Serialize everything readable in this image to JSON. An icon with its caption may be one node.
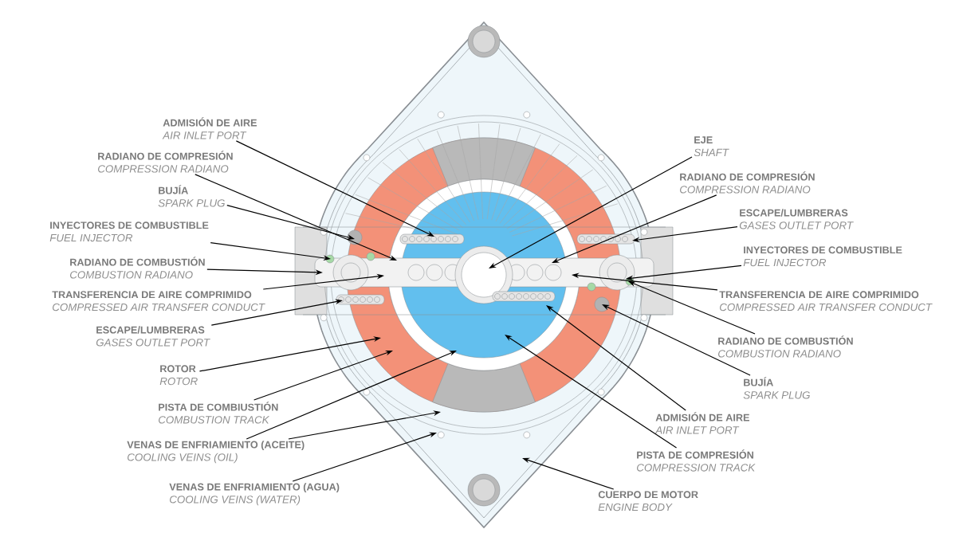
{
  "diagram": {
    "nodes": [
      {
        "text": [
          "ADMISIÓN DE AIRE",
          "AIR INLET PORT"
        ]
      },
      {
        "text": [
          "RADIANO DE COMPRESIÓN",
          "COMPRESSION RADIANO"
        ]
      },
      {
        "text": [
          "BUJÍA",
          "SPARK PLUG"
        ]
      },
      {
        "text": [
          "INYECTORES DE COMBUSTIBLE",
          "FUEL INJECTOR"
        ]
      },
      {
        "text": [
          "RADIANO DE COMBUSTIÓN",
          "COMBUSTION RADIANO"
        ]
      },
      {
        "text": [
          "TRANSFERENCIA DE AIRE COMPRIMIDO",
          "COMPRESSED AIR TRANSFER CONDUCT"
        ]
      },
      {
        "text": [
          "ESCAPE/LUMBRERAS",
          "GASES OUTLET PORT"
        ]
      },
      {
        "text": [
          "ROTOR",
          "ROTOR"
        ]
      },
      {
        "text": [
          "PISTA DE COMBIUSTIÓN",
          "COMBUSTION TRACK"
        ]
      },
      {
        "text": [
          "VENAS DE ENFRIAMIENTO (ACEITE)",
          "COOLING VEINS (OIL)"
        ]
      },
      {
        "text": [
          "VENAS DE ENFRIAMIENTO (AGUA)",
          "COOLING VEINS (WATER)"
        ]
      },
      {
        "text": [
          "EJE",
          "SHAFT"
        ]
      },
      {
        "text": [
          "RADIANO DE COMPRESIÓN",
          "COMPRESSION RADIANO"
        ]
      },
      {
        "text": [
          "ESCAPE/LUMBRERAS",
          "GASES OUTLET PORT"
        ]
      },
      {
        "text": [
          "INYECTORES DE COMBUSTIBLE",
          "FUEL INJECTOR"
        ]
      },
      {
        "text": [
          "TRANSFERENCIA DE AIRE COMPRIMIDO",
          "COMPRESSED AIR TRANSFER CONDUCT"
        ]
      },
      {
        "text": [
          "RADIANO DE COMBUSTIÓN",
          "COMBUSTION RADIANO"
        ]
      },
      {
        "text": [
          "BUJÍA",
          "SPARK PLUG"
        ]
      },
      {
        "text": [
          "ADMISIÓN DE AIRE",
          "AIR INLET PORT"
        ]
      },
      {
        "text": [
          "PISTA DE COMPRESIÓN",
          "COMPRESSION TRACK"
        ]
      },
      {
        "text": [
          "CUERPO DE MOTOR",
          "ENGINE BODY"
        ]
      }
    ],
    "edges": [
      {
        "from": 0,
        "to": null,
        "arrow": "to"
      },
      {
        "from": 1,
        "to": null,
        "arrow": "to"
      },
      {
        "from": 2,
        "to": null,
        "arrow": "to"
      },
      {
        "from": 3,
        "to": null,
        "arrow": "to"
      },
      {
        "from": 4,
        "to": null,
        "arrow": "to"
      },
      {
        "from": 5,
        "to": null,
        "arrow": "to"
      },
      {
        "from": 6,
        "to": null,
        "arrow": "to"
      },
      {
        "from": 7,
        "to": null,
        "arrow": "to"
      },
      {
        "from": 8,
        "to": null,
        "arrow": "to"
      },
      {
        "from": 9,
        "to": null,
        "arrow": "to"
      },
      {
        "from": 9,
        "to": null,
        "arrow": "to"
      },
      {
        "from": 10,
        "to": null,
        "arrow": "to"
      },
      {
        "from": 11,
        "to": null,
        "arrow": "to"
      },
      {
        "from": 12,
        "to": null,
        "arrow": "to"
      },
      {
        "from": 13,
        "to": null,
        "arrow": "to"
      },
      {
        "from": 14,
        "to": null,
        "arrow": "to"
      },
      {
        "from": 15,
        "to": null,
        "arrow": "to"
      },
      {
        "from": 16,
        "to": null,
        "arrow": "to"
      },
      {
        "from": 17,
        "to": null,
        "arrow": "to"
      },
      {
        "from": 18,
        "to": null,
        "arrow": "to"
      },
      {
        "from": 19,
        "to": null,
        "arrow": "to"
      },
      {
        "from": 20,
        "to": null,
        "arrow": "to"
      }
    ]
  }
}
